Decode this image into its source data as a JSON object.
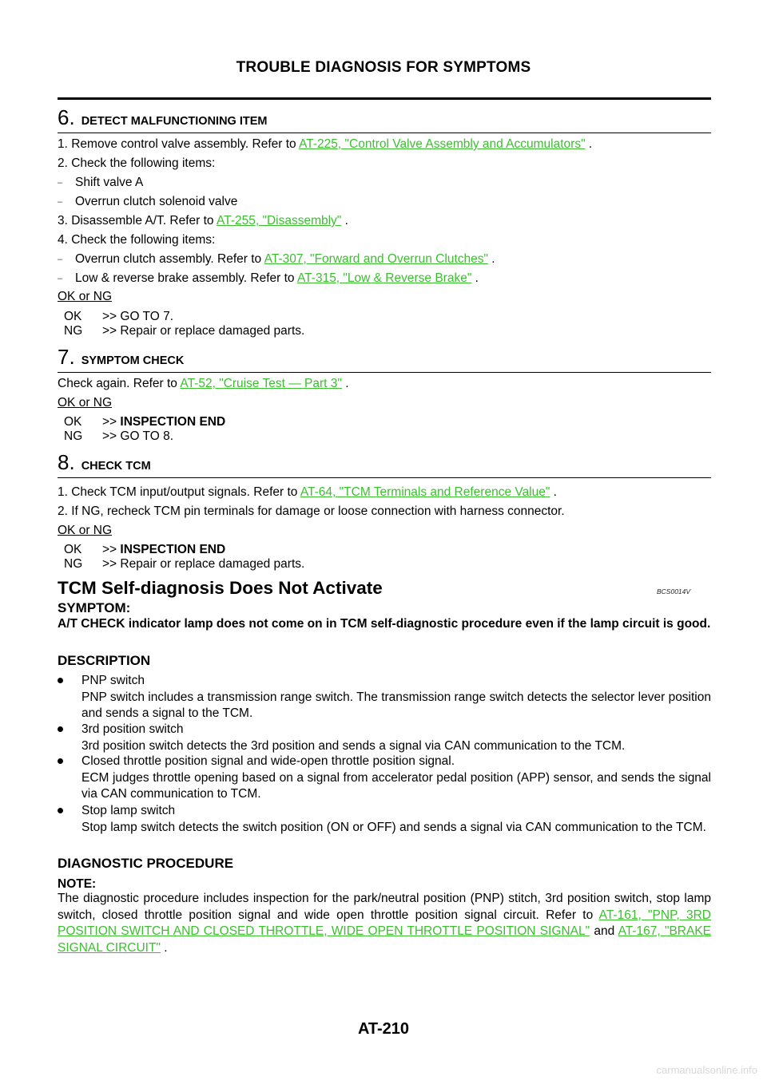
{
  "header": "TROUBLE DIAGNOSIS FOR SYMPTOMS",
  "footer": "AT-210",
  "watermark": "carmanualsonline.info",
  "step6": {
    "num": "6",
    "title": "DETECT MALFUNCTIONING ITEM",
    "l1_pre": "1.   Remove control valve assembly. Refer to ",
    "l1_link": "AT-225, \"Control Valve Assembly and Accumulators\"",
    "l1_post": " .",
    "l2": "2.   Check the following items:",
    "l3": "Shift valve A",
    "l4": "Overrun clutch solenoid valve",
    "l5_pre": "3.   Disassemble A/T. Refer to ",
    "l5_link": "AT-255, \"Disassembly\"",
    "l5_post": " .",
    "l6": "4.   Check the following items:",
    "l7_pre": "Overrun clutch assembly. Refer to ",
    "l7_link": "AT-307, \"Forward and Overrun Clutches\"",
    "l7_post": " .",
    "l8_pre": "Low & reverse brake assembly. Refer to ",
    "l8_link": "AT-315, \"Low & Reverse Brake\"",
    "l8_post": " .",
    "oknog": "OK or NG",
    "ok_k": "OK",
    "ok_v": ">> GO TO 7.",
    "ng_k": "NG",
    "ng_v": ">> Repair or replace damaged parts."
  },
  "step7": {
    "num": "7",
    "title": "SYMPTOM CHECK",
    "l1_pre": "Check again. Refer to ",
    "l1_link": "AT-52, \"Cruise Test — Part 3\"",
    "l1_post": " .",
    "oknog": "OK or NG",
    "ok_k": "OK",
    "ok_arrow": ">> ",
    "ok_v": "INSPECTION END",
    "ng_k": "NG",
    "ng_v": ">> GO TO 8."
  },
  "step8": {
    "num": "8",
    "title": "CHECK TCM",
    "l1_pre": "1.   Check TCM input/output signals. Refer to ",
    "l1_link": "AT-64, \"TCM Terminals and Reference Value\"",
    "l1_post": " .",
    "l2": "2.   If NG, recheck TCM pin terminals for damage or loose connection with harness connector.",
    "oknog": "OK or NG",
    "ok_k": "OK",
    "ok_arrow": ">>  ",
    "ok_v": "INSPECTION END",
    "ng_k": "NG",
    "ng_v": ">> Repair or replace damaged parts."
  },
  "section": {
    "title": "TCM Self-diagnosis Does Not Activate",
    "code": "BCS0014V",
    "symptom_hd": "SYMPTOM:",
    "symptom_txt": "A/T CHECK indicator lamp does not come on in TCM self-diagnostic procedure even if the lamp circuit is good.",
    "desc_hd": "DESCRIPTION",
    "bullets": [
      {
        "t": "PNP switch",
        "d": "PNP switch includes a transmission range switch. The transmission range switch detects the selector lever position and sends a signal to the TCM."
      },
      {
        "t": "3rd position switch",
        "d": "3rd position switch detects the 3rd position and sends a signal via CAN communication to the TCM."
      },
      {
        "t": "Closed throttle position signal and wide-open throttle position signal.",
        "d": "ECM judges throttle opening based on a signal from accelerator pedal position (APP) sensor, and sends the signal via CAN communication to TCM."
      },
      {
        "t": "Stop lamp switch",
        "d": "Stop lamp switch detects the switch position (ON or OFF) and sends a signal via CAN communication to the TCM."
      }
    ],
    "diag_hd": "DIAGNOSTIC PROCEDURE",
    "note_hd": "NOTE:",
    "note_txt": "The diagnostic procedure includes inspection for the park/neutral position (PNP) stitch, 3rd position switch, stop lamp switch, closed throttle position signal and wide open throttle position signal circuit. Refer to ",
    "note_link1": "AT-161, \"PNP, 3RD POSITION SWITCH AND CLOSED THROTTLE, WIDE OPEN THROTTLE POSITION SIGNAL\"",
    "note_and": " and ",
    "note_link2": "AT-167, \"BRAKE SIGNAL CIRCUIT\"",
    "note_end": " ."
  }
}
